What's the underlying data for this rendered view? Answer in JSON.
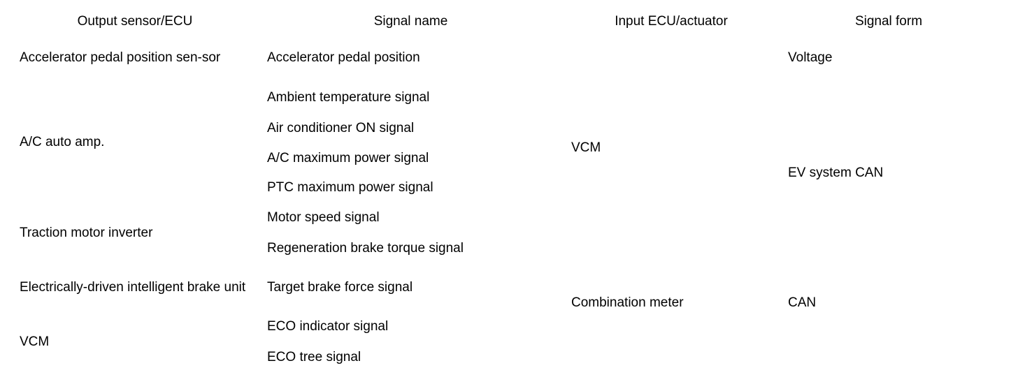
{
  "table": {
    "headers": [
      "Output sensor/ECU",
      "Signal name",
      "Input ECU/actuator",
      "Signal form"
    ],
    "rows": [
      {
        "output": "Accelerator pedal position sen-­sor",
        "signal": "Accelerator pedal position",
        "input": "VCM",
        "form": "Voltage"
      },
      {
        "output": "A/C auto amp.",
        "signal": "Ambient temperature signal",
        "form": "EV system CAN"
      },
      {
        "signal": "Air conditioner ON signal"
      },
      {
        "signal": "A/C maximum power signal"
      },
      {
        "signal": "PTC maximum power signal"
      },
      {
        "output": "Traction motor inverter",
        "signal": "Motor speed signal"
      },
      {
        "signal": "Regeneration brake torque signal"
      },
      {
        "output": "Electrically-driven intelligent brake unit",
        "signal": "Target brake force signal",
        "input": "Combination meter",
        "form": "CAN"
      },
      {
        "output": "VCM",
        "signal": "ECO indicator signal"
      },
      {
        "signal": "ECO tree signal"
      }
    ],
    "merged_cells": {
      "output_ac_auto_amp": "A/C auto amp.",
      "output_traction": "Traction motor inverter",
      "output_brake": "Electrically-driven intelligent brake unit",
      "output_vcm": "VCM",
      "input_vcm": "VCM",
      "input_combination_meter": "Combination meter",
      "form_voltage": "Voltage",
      "form_ev_system_can": "EV system CAN",
      "form_can": "CAN"
    },
    "colors": {
      "text": "#000000",
      "background": "#ffffff",
      "rule": "#000000"
    }
  }
}
